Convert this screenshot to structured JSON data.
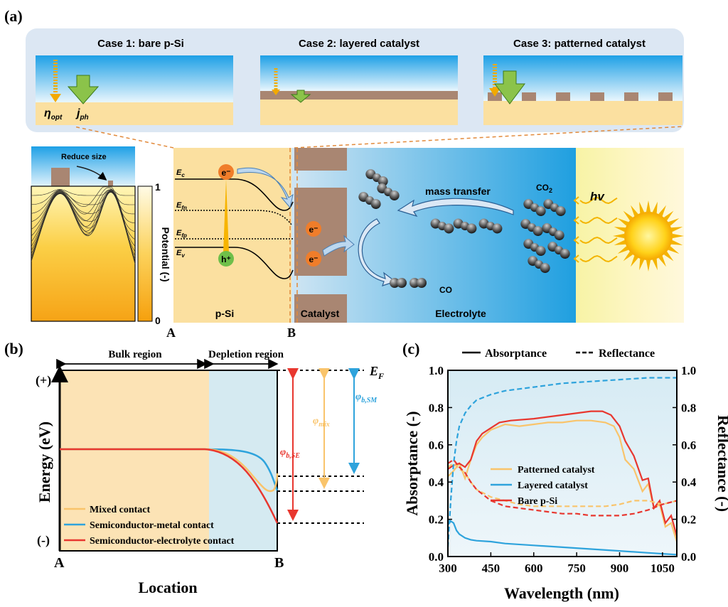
{
  "panels": {
    "a": {
      "tag": "(a)"
    },
    "b": {
      "tag": "(b)"
    },
    "c": {
      "tag": "(c)"
    }
  },
  "cases": [
    {
      "title": "Case 1: bare p-Si"
    },
    {
      "title": "Case 2: layered catalyst"
    },
    {
      "title": "Case 3: patterned catalyst"
    }
  ],
  "case1_labels": {
    "eta": "η",
    "eta_sub": "opt",
    "j": "j",
    "j_sub": "ph"
  },
  "contour": {
    "reduce_size": "Reduce size",
    "colorbar_top": "1",
    "colorbar_bottom": "0",
    "colorbar_label": "Potential (-)"
  },
  "band": {
    "Ec": "E",
    "Ec_sub": "c",
    "Efn": "E",
    "Efn_sub": "fn",
    "Efp": "E",
    "Efp_sub": "fp",
    "Ev": "E",
    "Ev_sub": "v",
    "electron": "e⁻",
    "hole": "h⁺",
    "psi_label": "p-Si",
    "catalyst_label": "Catalyst",
    "electrolyte_label": "Electrolyte",
    "mass_transfer": "mass transfer",
    "co2": "CO",
    "co2_sub": "2",
    "co": "CO",
    "hv": "hv",
    "point_A": "A",
    "point_B": "B"
  },
  "panel_b": {
    "bulk": "Bulk region",
    "depletion": "Depletion region",
    "ef": "E",
    "ef_sub": "F",
    "plus": "(+)",
    "minus": "(-)",
    "ylabel": "Energy (eV)",
    "xlabel": "Location",
    "point_A": "A",
    "point_B": "B",
    "phi_se": "φ",
    "phi_se_sub": "b,SE",
    "phi_mix": "φ",
    "phi_mix_sub": "mix",
    "phi_sm": "φ",
    "phi_sm_sub": "b,SM",
    "legend": [
      {
        "label": "Mixed contact",
        "color": "#f9c46b"
      },
      {
        "label": "Semiconductor-metal contact",
        "color": "#2ea3dc"
      },
      {
        "label": "Semiconductor-electrolyte contact",
        "color": "#e8372f"
      }
    ]
  },
  "chart_data": {
    "type": "line",
    "title": "",
    "xlabel": "Wavelength (nm)",
    "ylabel": "Absorptance (-)",
    "ylabel_right": "Reflectance (-)",
    "xlim": [
      300,
      1100
    ],
    "ylim": [
      0,
      1.0
    ],
    "xticks": [
      "300",
      "450",
      "600",
      "750",
      "900",
      "1050"
    ],
    "yticks": [
      "0.0",
      "0.2",
      "0.4",
      "0.6",
      "0.8",
      "1.0"
    ],
    "style_legend": [
      {
        "label": "Absorptance",
        "dash": "solid"
      },
      {
        "label": "Reflectance",
        "dash": "dashed"
      }
    ],
    "series": [
      {
        "name": "Patterned catalyst",
        "color": "#f9c46b",
        "kind": "absorptance",
        "x": [
          300,
          320,
          340,
          360,
          380,
          400,
          420,
          450,
          500,
          550,
          600,
          650,
          700,
          750,
          800,
          850,
          880,
          900,
          920,
          950,
          980,
          1000,
          1020,
          1040,
          1060,
          1080,
          1100
        ],
        "y": [
          0.43,
          0.46,
          0.5,
          0.42,
          0.52,
          0.6,
          0.64,
          0.68,
          0.71,
          0.7,
          0.71,
          0.72,
          0.72,
          0.73,
          0.73,
          0.72,
          0.7,
          0.64,
          0.52,
          0.43,
          0.39,
          0.35,
          0.3,
          0.24,
          0.2,
          0.14,
          0.12
        ]
      },
      {
        "name": "Layered catalyst",
        "color": "#2ea3dc",
        "kind": "absorptance",
        "x": [
          300,
          310,
          320,
          330,
          340,
          360,
          380,
          400,
          450,
          500,
          600,
          700,
          800,
          900,
          1000,
          1050,
          1100
        ],
        "y": [
          0.17,
          0.19,
          0.18,
          0.14,
          0.12,
          0.1,
          0.09,
          0.085,
          0.08,
          0.07,
          0.06,
          0.05,
          0.04,
          0.03,
          0.02,
          0.015,
          0.01
        ]
      },
      {
        "name": "Bare p-Si",
        "color": "#e8372f",
        "kind": "absorptance",
        "x": [
          300,
          320,
          340,
          360,
          380,
          400,
          420,
          450,
          480,
          520,
          600,
          700,
          800,
          840,
          870,
          900,
          920,
          950,
          980,
          1000,
          1020,
          1040,
          1060,
          1080,
          1100
        ],
        "y": [
          0.47,
          0.49,
          0.5,
          0.48,
          0.52,
          0.62,
          0.66,
          0.69,
          0.72,
          0.73,
          0.74,
          0.76,
          0.78,
          0.78,
          0.76,
          0.7,
          0.62,
          0.5,
          0.45,
          0.38,
          0.3,
          0.26,
          0.22,
          0.18,
          0.15
        ]
      },
      {
        "name": "Patterned catalyst reflectance",
        "color": "#f9c46b",
        "kind": "reflectance",
        "x": [
          300,
          320,
          340,
          360,
          380,
          400,
          450,
          500,
          550,
          600,
          650,
          700,
          750,
          800,
          850,
          900,
          950,
          1000,
          1050,
          1100
        ],
        "y": [
          0.48,
          0.5,
          0.47,
          0.45,
          0.4,
          0.36,
          0.32,
          0.3,
          0.28,
          0.27,
          0.27,
          0.27,
          0.27,
          0.27,
          0.27,
          0.28,
          0.3,
          0.3,
          0.28,
          0.3
        ]
      },
      {
        "name": "Layered catalyst reflectance",
        "color": "#2ea3dc",
        "kind": "reflectance",
        "x": [
          300,
          310,
          320,
          330,
          340,
          360,
          380,
          400,
          450,
          500,
          550,
          600,
          700,
          800,
          900,
          1000,
          1100
        ],
        "y": [
          0.05,
          0.3,
          0.5,
          0.62,
          0.7,
          0.77,
          0.81,
          0.84,
          0.87,
          0.89,
          0.9,
          0.91,
          0.93,
          0.94,
          0.95,
          0.96,
          0.96
        ]
      },
      {
        "name": "Bare p-Si reflectance",
        "color": "#e8372f",
        "kind": "reflectance",
        "x": [
          300,
          320,
          340,
          360,
          380,
          400,
          450,
          500,
          550,
          600,
          650,
          700,
          750,
          800,
          850,
          900,
          950,
          1000,
          1050,
          1100
        ],
        "y": [
          0.5,
          0.52,
          0.48,
          0.45,
          0.4,
          0.36,
          0.3,
          0.27,
          0.26,
          0.25,
          0.24,
          0.23,
          0.23,
          0.22,
          0.22,
          0.22,
          0.23,
          0.25,
          0.28,
          0.3
        ]
      }
    ]
  }
}
